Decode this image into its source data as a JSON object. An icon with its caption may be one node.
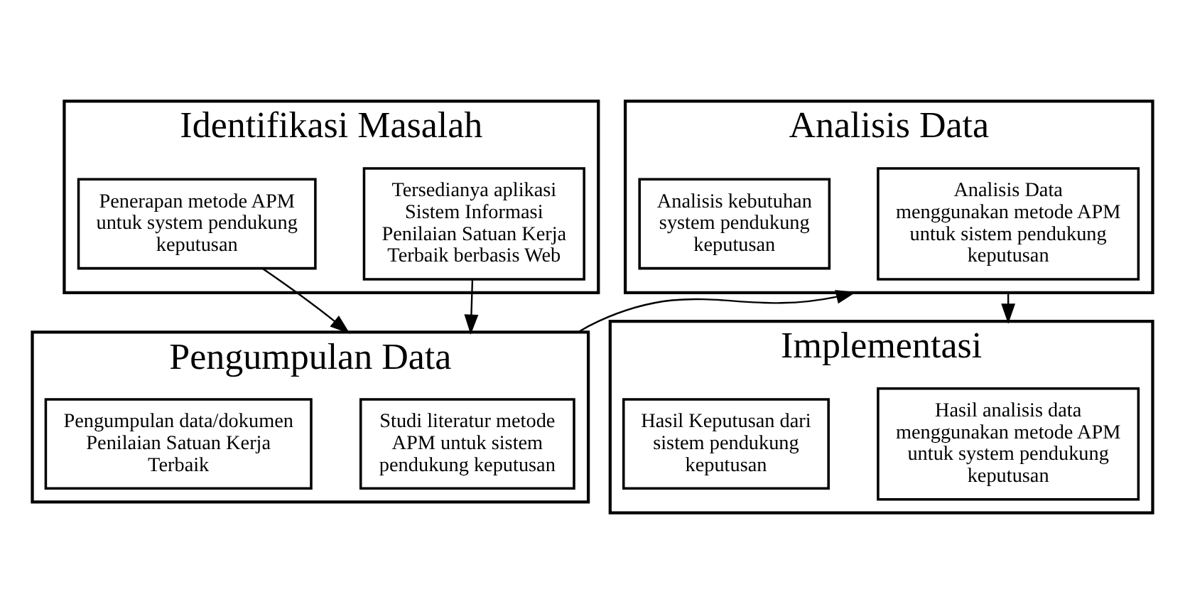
{
  "diagram": {
    "nodes": [
      {
        "text": [
          "Identifikasi Masalah"
        ]
      },
      {
        "text": [
          "Tersedianya aplikasi Sistem Informasi Penilaian Satuan Kerja Terbaik berbasis Web"
        ],
        "in": 0
      },
      {
        "text": [
          "Penerapan metode APM untuk system pendukung keputusan"
        ],
        "in": 0
      },
      {
        "text": [
          "Analisis Data"
        ]
      },
      {
        "text": [
          "Analisis Data menggunakan metode APM untuk sistem pendukung keputusan"
        ],
        "in": 3
      },
      {
        "text": [
          "Analisis kebutuhan system pendukung keputusan"
        ],
        "in": 3
      },
      {
        "text": [
          "Pengumpulan Data"
        ]
      },
      {
        "text": [
          "Studi literatur metode APM untuk sistem pendukung keputusan"
        ],
        "in": 6
      },
      {
        "text": [
          "Pengumpulan data/dokumen Penilaian Satuan Kerja Terbaik"
        ],
        "in": 6
      },
      {
        "text": [
          "Implementasi"
        ]
      },
      {
        "text": [
          "Hasil analisis data menggunakan metode APM untuk system pendukung keputusan"
        ],
        "in": 9
      },
      {
        "text": [
          "Hasil Keputusan dari sistem pendukung keputusan"
        ],
        "in": 9
      }
    ],
    "edges": [
      {
        "from": 1,
        "to": 6,
        "arrow": "to"
      },
      {
        "from": 2,
        "to": 6,
        "arrow": "to"
      },
      {
        "from": 6,
        "to": 3,
        "arrow": "to"
      },
      {
        "from": 3,
        "to": 9,
        "arrow": "to"
      }
    ]
  }
}
